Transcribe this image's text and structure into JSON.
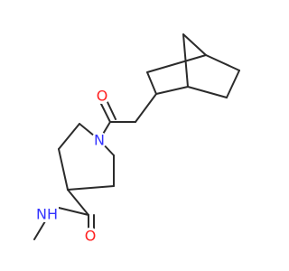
{
  "molecule": {
    "atoms": {
      "o1": {
        "label": "O",
        "color": "#ff2020"
      },
      "n1": {
        "label": "N",
        "color": "#3333ff"
      },
      "o2": {
        "label": "O",
        "color": "#ff2020"
      },
      "n2": {
        "label": "NH",
        "color": "#3333ff"
      }
    }
  }
}
